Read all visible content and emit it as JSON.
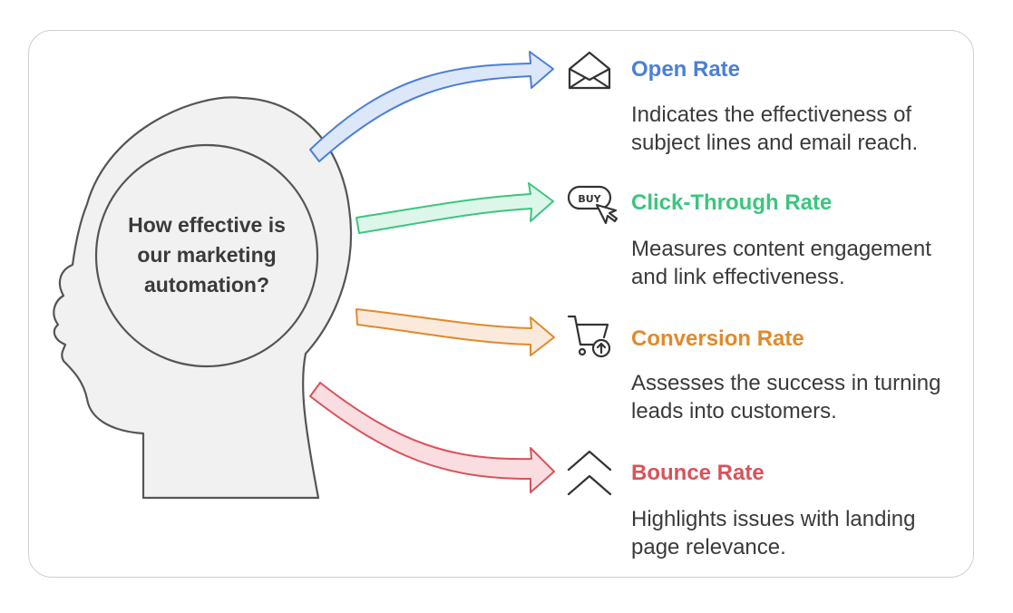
{
  "question": "How effective is our marketing automation?",
  "colors": {
    "outline": "#555555",
    "head_fill": "#f1f1f1",
    "open": "#4a7fd8",
    "click": "#3cc57f",
    "conversion": "#e08a2c",
    "bounce": "#d9525a"
  },
  "metrics": [
    {
      "icon": "envelope-icon",
      "title": "Open Rate",
      "description": "Indicates the effectiveness of subject lines and email reach."
    },
    {
      "icon": "buy-click-icon",
      "title": "Click-Through Rate",
      "description": "Measures content engagement and link effectiveness."
    },
    {
      "icon": "shopping-cart-icon",
      "title": "Conversion Rate",
      "description": "Assesses the success in turning leads into customers."
    },
    {
      "icon": "double-chevron-up-icon",
      "title": "Bounce Rate",
      "description": "Highlights issues with landing page relevance."
    }
  ]
}
